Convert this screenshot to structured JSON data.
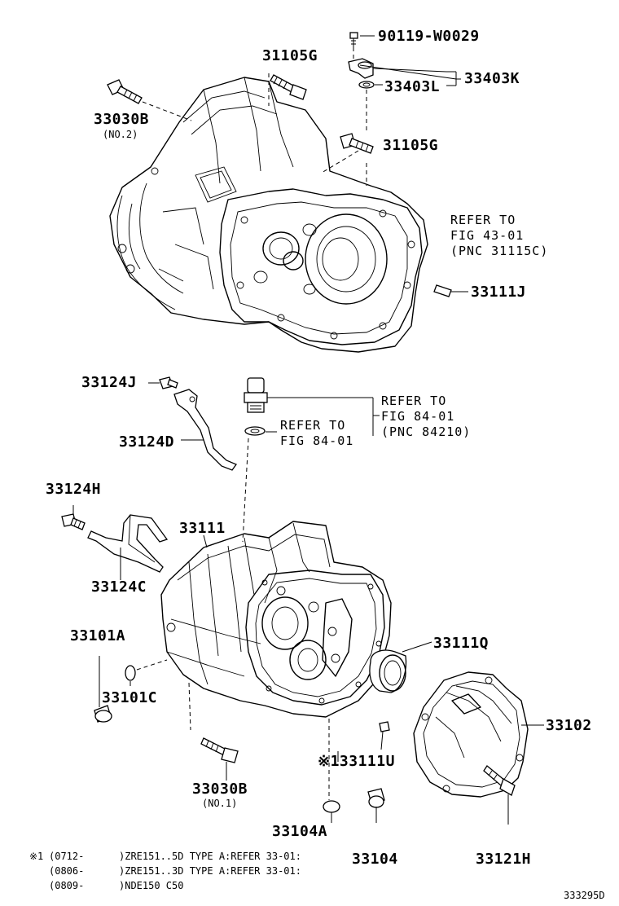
{
  "labels": {
    "p90119": "90119-W0029",
    "p33403k": "33403K",
    "p33403l": "33403L",
    "p31105g_top": "31105G",
    "p31105g_mid": "31105G",
    "p33030b_top": "33030B",
    "p33030b_top_sub": "(NO.2)",
    "p33111j": "33111J",
    "p33124j": "33124J",
    "p33124d": "33124D",
    "p33124h": "33124H",
    "p33124c": "33124C",
    "p33111": "33111",
    "p33101a": "33101A",
    "p33101c": "33101C",
    "p33111q": "33111Q",
    "p33102": "33102",
    "p33111u": "※133111U",
    "p33030b_bot": "33030B",
    "p33030b_bot_sub": "(NO.1)",
    "p33104a": "33104A",
    "p33104": "33104",
    "p33121h": "33121H"
  },
  "refs": {
    "fig43_line1": "REFER TO",
    "fig43_line2": "FIG 43-01",
    "fig43_line3": "(PNC 31115C)",
    "fig84a_line1": "REFER TO",
    "fig84a_line2": "FIG 84-01",
    "fig84a_line3": "(PNC 84210)",
    "fig84b_line1": "REFER TO",
    "fig84b_line2": "FIG 84-01"
  },
  "notes": [
    {
      "mark": "※1",
      "range": "(0712-",
      "text": ")ZRE151..5D TYPE A:REFER 33-01:"
    },
    {
      "mark": "",
      "range": "(0806-",
      "text": ")ZRE151..3D TYPE A:REFER 33-01:"
    },
    {
      "mark": "",
      "range": "(0809-",
      "text": ")NDE150 C50"
    }
  ],
  "image_id": "333295D"
}
